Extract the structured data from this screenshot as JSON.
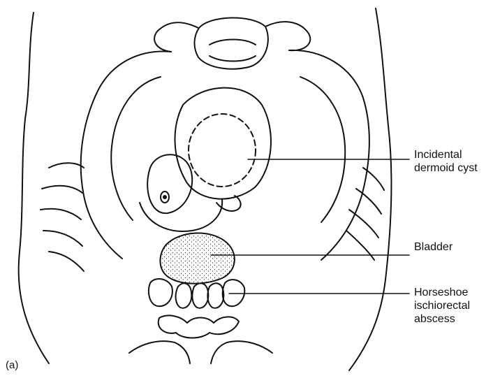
{
  "figure": {
    "panel_label": "(a)",
    "labels": {
      "cyst": [
        "Incidental",
        "dermoid cyst"
      ],
      "bladder": [
        "Bladder"
      ],
      "abscess": [
        "Horseshoe",
        "ischiorectal",
        "abscess"
      ]
    }
  }
}
